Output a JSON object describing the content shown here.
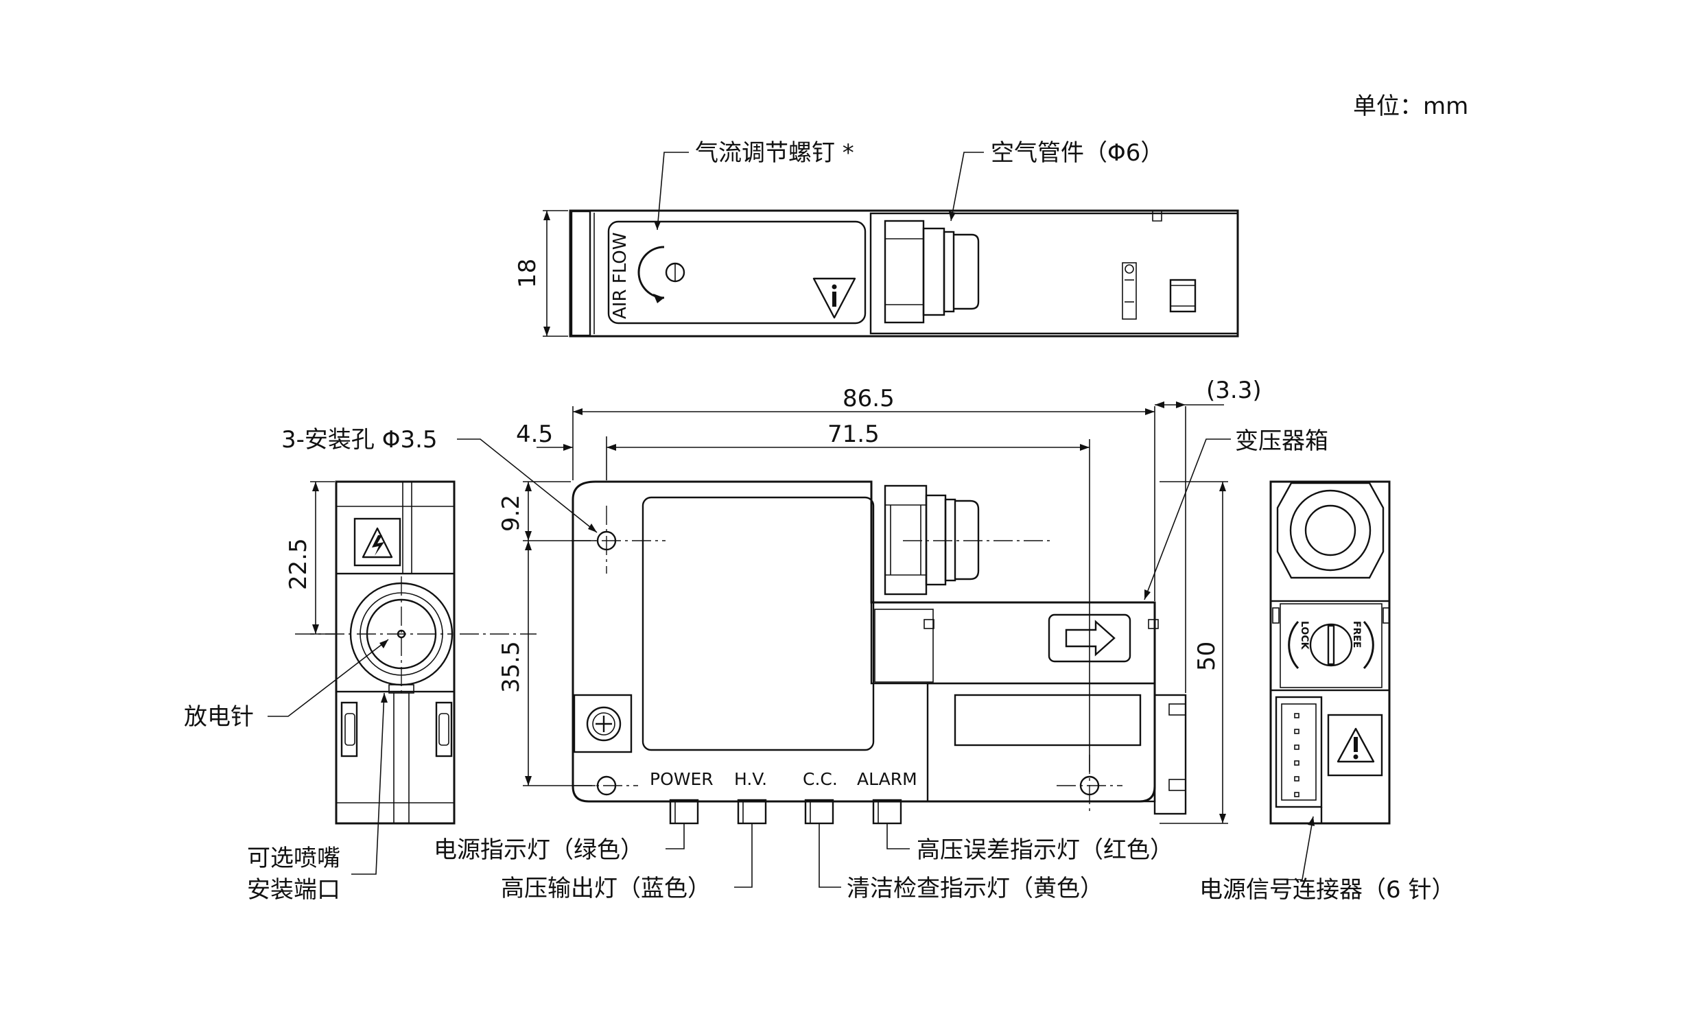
{
  "unit": "单位：mm",
  "labels": {
    "airflow_screw": "气流调节螺钉 *",
    "air_fitting": "空气管件（Φ6）",
    "mount_holes": "3-安装孔 Φ3.5",
    "transformer_box": "变压器箱",
    "discharge_needle": "放电针",
    "nozzle_port_line1": "可选喷嘴",
    "nozzle_port_line2": "安装端口",
    "power_led": "电源指示灯（绿色）",
    "hv_led": "高压输出灯（蓝色）",
    "cc_led": "清洁检查指示灯（黄色）",
    "alarm_led": "高压误差指示灯（红色）",
    "power_connector": "电源信号连接器（6 针）"
  },
  "dimensions": {
    "top_height": "18",
    "total_length": "86.5",
    "hole_span": "71.5",
    "offset_3_3": "(3.3)",
    "hole_offset": "4.5",
    "hole_top": "9.2",
    "hole_vspan": "35.5",
    "total_height": "50",
    "side_height": "22.5"
  },
  "panel": {
    "power": "POWER",
    "hv": "H.V.",
    "cc": "C.C.",
    "alarm": "ALARM",
    "air_flow": "AIR FLOW",
    "lock": "LOCK",
    "free": "FREE"
  },
  "icons": [
    "warning-triangle-icon",
    "info-triangle-icon",
    "high-voltage-icon",
    "arrow-right-icon",
    "phillips-screw-icon"
  ]
}
